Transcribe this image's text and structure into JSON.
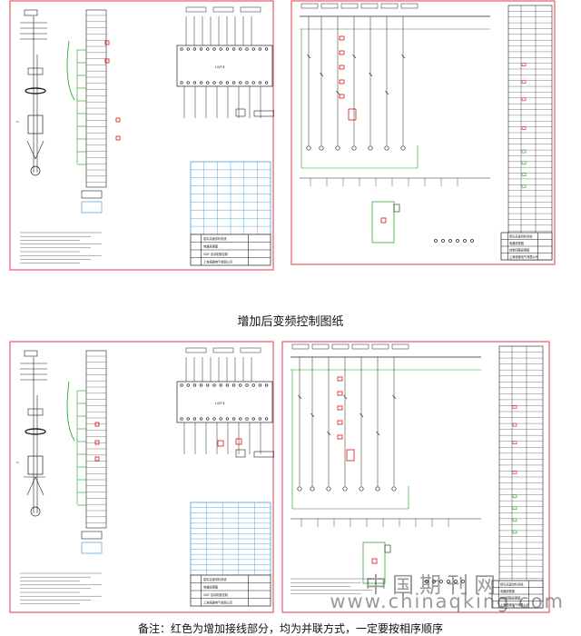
{
  "caption": "增加后变频控制图纸",
  "note": "备注：红色为增加接线部分，均为并联方式，一定要按相序顺序",
  "watermark": {
    "cn": "中国期刊网",
    "url": "www.chinaqking.com"
  },
  "colors": {
    "frame": "#e23a4a",
    "red": "#e01010",
    "green": "#18a018",
    "blue": "#2f8fd8",
    "line": "#222222"
  },
  "plc_label": "LS/P-Ⅱ",
  "sheets": [
    {
      "id": "tl",
      "title_lines": [
        "铝氧高速供料系统",
        "电器原理图",
        "GDF 自动制造控制",
        "上海德通电气有限公司"
      ]
    },
    {
      "id": "tr",
      "title_lines": [
        "铝氧高速供料系统",
        "电器原理图",
        "控制回路原理图",
        "上海德通电气有限公司"
      ]
    },
    {
      "id": "bl",
      "title_lines": [
        "铝氧高速供料系统",
        "电器原理图",
        "GDF 自动制造控制",
        "上海德通电气有限公司"
      ]
    },
    {
      "id": "br",
      "title_lines": [
        "铝氧高速供料系统",
        "电器原理图",
        "控制回路原理图",
        "上海德通电气有限公司"
      ]
    }
  ]
}
